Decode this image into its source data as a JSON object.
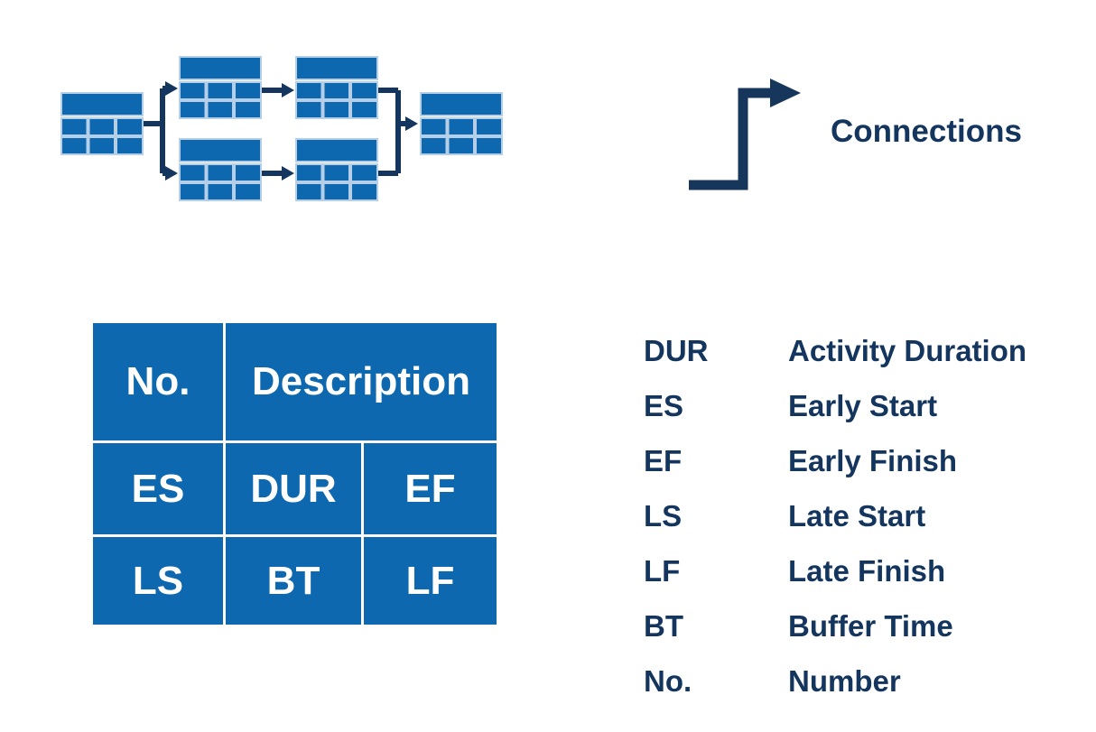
{
  "colors": {
    "node_fill_blue": "#0E68AF",
    "node_cell_border": "#B5CFE8",
    "connector_navy": "#14365E",
    "schema_text": "#FFFFFF",
    "legend_text": "#14365E",
    "background": "#FFFFFF"
  },
  "connections": {
    "label": "Connections"
  },
  "node_schema": {
    "no": "No.",
    "description": "Description",
    "es": "ES",
    "dur": "DUR",
    "ef": "EF",
    "ls": "LS",
    "bt": "BT",
    "lf": "LF"
  },
  "legend": [
    {
      "abbr": "DUR",
      "definition": "Activity Duration"
    },
    {
      "abbr": "ES",
      "definition": "Early Start"
    },
    {
      "abbr": "EF",
      "definition": "Early Finish"
    },
    {
      "abbr": "LS",
      "definition": "Late Start"
    },
    {
      "abbr": "LF",
      "definition": "Late Finish"
    },
    {
      "abbr": "BT",
      "definition": "Buffer Time"
    },
    {
      "abbr": "No.",
      "definition": "Number"
    }
  ]
}
